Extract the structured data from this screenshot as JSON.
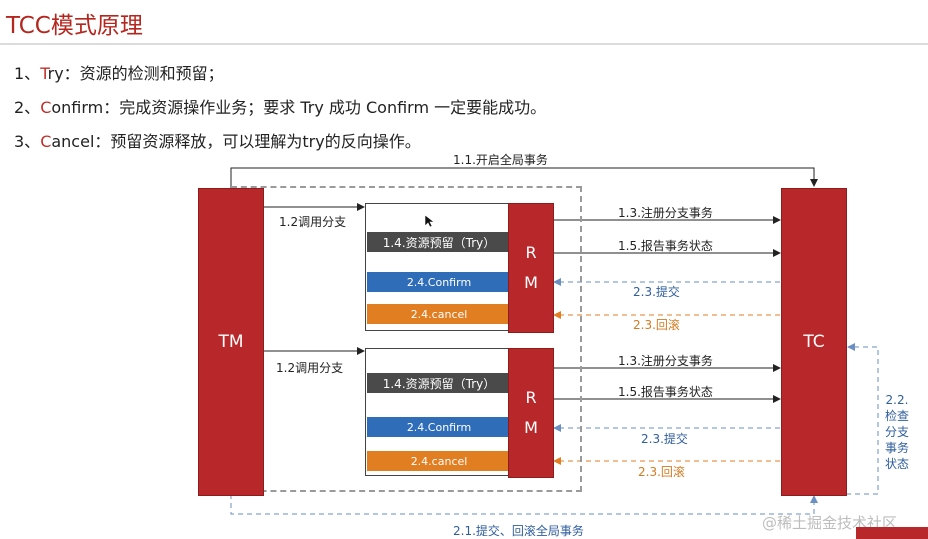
{
  "title": "TCC模式原理",
  "points": [
    {
      "num": "1、",
      "initial": "T",
      "rest": "ry：资源的检测和预留；"
    },
    {
      "num": "2、",
      "initial": "C",
      "rest": "onfirm：完成资源操作业务；要求 Try 成功 Confirm 一定要能成功。"
    },
    {
      "num": "3、",
      "initial": "C",
      "rest": "ancel：预留资源释放，可以理解为try的反向操作。"
    }
  ],
  "diagram": {
    "tm_label": "TM",
    "tc_label": "TC",
    "rm_label": [
      "R",
      "M"
    ],
    "top_edge": "1.1.开启全局事务",
    "bottom_edge": "2.1.提交、回滚全局事务",
    "check_status": "2.2.检查分支事务状态",
    "branches": [
      {
        "call": "1.2调用分支",
        "try_bar": "1.4.资源预留（Try）",
        "confirm_bar": "2.4.Confirm",
        "cancel_bar": "2.4.cancel",
        "register": "1.3.注册分支事务",
        "report": "1.5.报告事务状态",
        "commit": "2.3.提交",
        "rollback": "2.3.回滚"
      },
      {
        "call": "1.2调用分支",
        "try_bar": "1.4.资源预留（Try）",
        "confirm_bar": "2.4.Confirm",
        "cancel_bar": "2.4.cancel",
        "register": "1.3.注册分支事务",
        "report": "1.5.报告事务状态",
        "commit": "2.3.提交",
        "rollback": "2.3.回滚"
      }
    ]
  },
  "watermark": "@稀土掘金技术社区",
  "colors": {
    "accent_red": "#b8282a",
    "confirm_blue": "#2f6db8",
    "cancel_orange": "#e27e22",
    "arrow_blue": "#6a8fc0"
  }
}
